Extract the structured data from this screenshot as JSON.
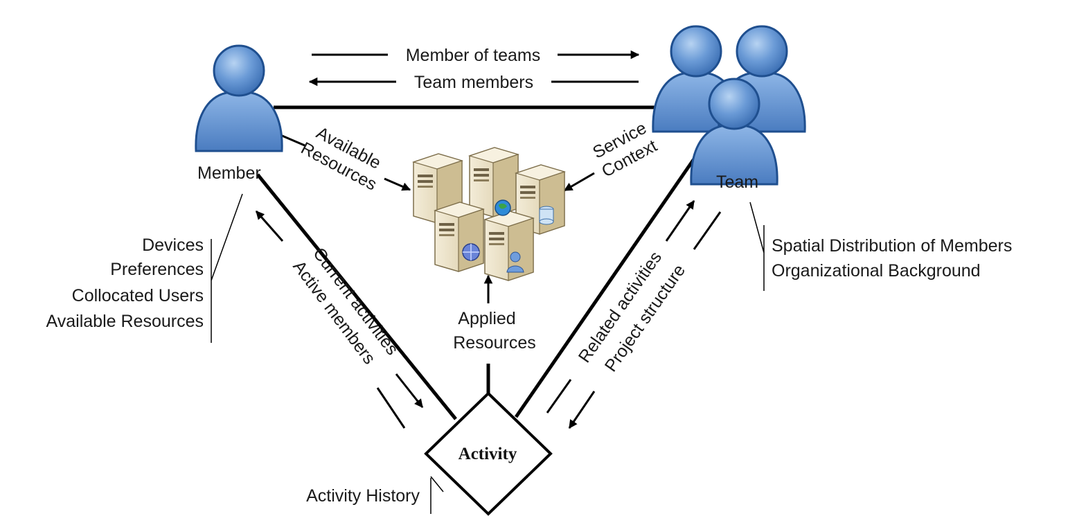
{
  "colors": {
    "person_fill": "#5b8fcf",
    "person_light": "#9cc0ea",
    "person_outline": "#1f4f8f",
    "server_fill": "#e7dcc0",
    "server_dark": "#bfae85",
    "line": "#000000"
  },
  "nodes": {
    "member": {
      "label": "Member",
      "icon": "person-icon"
    },
    "team": {
      "label": "Team",
      "icon": "group-icon"
    },
    "activity": {
      "label": "Activity"
    },
    "resources": {
      "icon": "server-cluster-icon"
    }
  },
  "edge_labels": {
    "member_of_teams": "Member of teams",
    "team_members": "Team members",
    "available_resources_1": "Available",
    "available_resources_2": "Resources",
    "service_context_1": "Service",
    "service_context_2": "Context",
    "applied_resources_1": "Applied",
    "applied_resources_2": "Resources",
    "current_activities": "Current activities",
    "active_members": "Active members",
    "related_activities": "Related activities",
    "project_structure": "Project structure"
  },
  "attributes": {
    "member": [
      "Devices",
      "Preferences",
      "Collocated Users",
      "Available Resources"
    ],
    "team": [
      "Spatial Distribution of Members",
      "Organizational Background"
    ],
    "activity": [
      "Activity History"
    ]
  }
}
